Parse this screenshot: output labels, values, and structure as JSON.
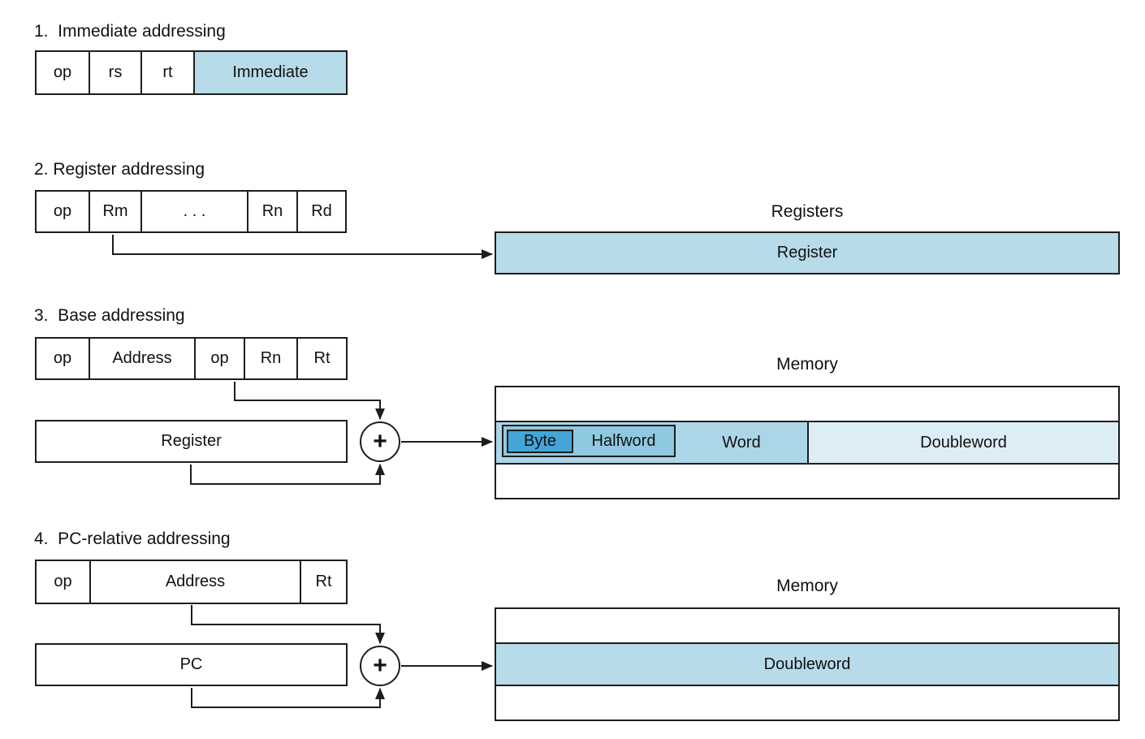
{
  "colors": {
    "fill_light": "#b7dbe9",
    "fill_word": "#abd6e8",
    "fill_halfword": "#8fc9e1",
    "fill_byte": "#45a5d8",
    "fill_doubleword": "#dcedf5",
    "line": "#1d1d1b",
    "text": "#111111"
  },
  "s1": {
    "title": "1.  Immediate addressing",
    "fields": [
      "op",
      "rs",
      "rt",
      "Immediate"
    ]
  },
  "s2": {
    "title": "2. Register addressing",
    "fields": [
      "op",
      "Rm",
      ". . .",
      "Rn",
      "Rd"
    ],
    "registers_title": "Registers",
    "register_label": "Register"
  },
  "s3": {
    "title": "3.  Base addressing",
    "fields": [
      "op",
      "Address",
      "op",
      "Rn",
      "Rt"
    ],
    "register_label": "Register",
    "plus_sign": "+",
    "memory_title": "Memory",
    "byte_label": "Byte",
    "halfword_label": "Halfword",
    "word_label": "Word",
    "doubleword_label": "Doubleword"
  },
  "s4": {
    "title": "4.  PC-relative addressing",
    "fields": [
      "op",
      "Address",
      "Rt"
    ],
    "pc_label": "PC",
    "plus_sign": "+",
    "memory_title": "Memory",
    "doubleword_label": "Doubleword"
  }
}
